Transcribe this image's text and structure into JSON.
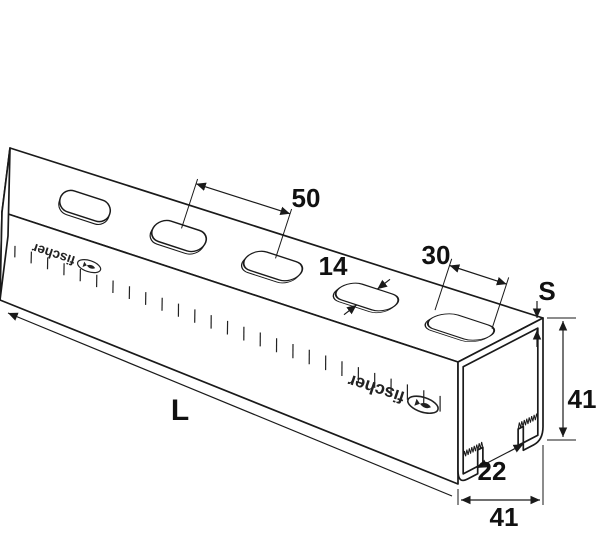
{
  "brand": {
    "name": "fischer"
  },
  "dimensions": {
    "slot_spacing": "50",
    "slot_length": "30",
    "slot_width": "14",
    "thickness": "S",
    "height": "41",
    "opening": "22",
    "width": "41",
    "length": "L"
  },
  "colors": {
    "line": "#1a1a1a",
    "background": "#ffffff"
  }
}
